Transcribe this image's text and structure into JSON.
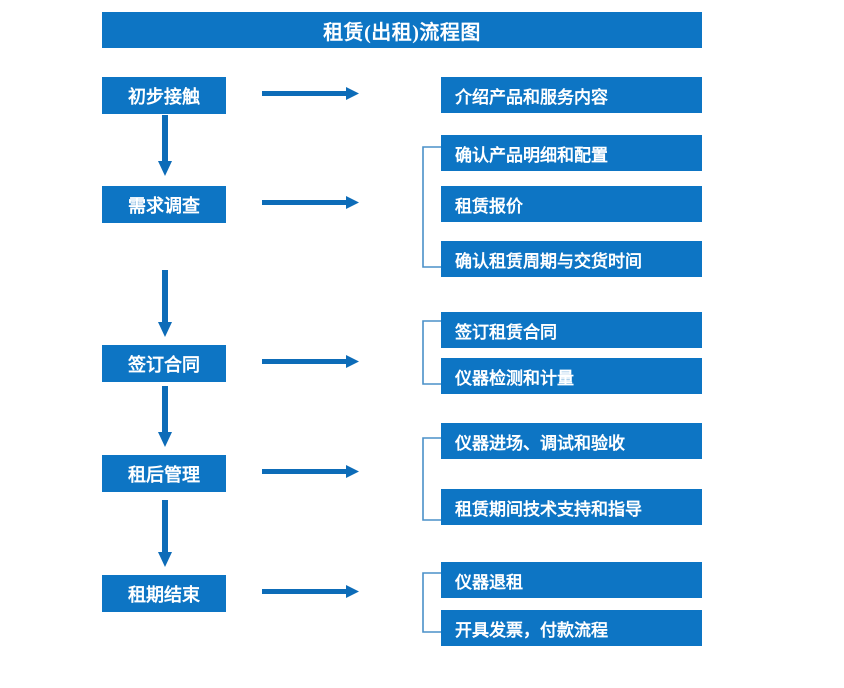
{
  "title": "租赁(出租)流程图",
  "colors": {
    "box_fill": "#0d75c4",
    "box_text": "#ffffff",
    "arrow": "#0d6cb8",
    "bracket": "#4a90c8",
    "background": "#ffffff"
  },
  "stages": [
    {
      "id": "stage-1",
      "label": "初步接触"
    },
    {
      "id": "stage-2",
      "label": "需求调查"
    },
    {
      "id": "stage-3",
      "label": "签订合同"
    },
    {
      "id": "stage-4",
      "label": "租后管理"
    },
    {
      "id": "stage-5",
      "label": "租期结束"
    }
  ],
  "details": [
    {
      "id": "detail-1-1",
      "label": "介绍产品和服务内容"
    },
    {
      "id": "detail-2-1",
      "label": "确认产品明细和配置"
    },
    {
      "id": "detail-2-2",
      "label": "租赁报价"
    },
    {
      "id": "detail-2-3",
      "label": "确认租赁周期与交货时间"
    },
    {
      "id": "detail-3-1",
      "label": "签订租赁合同"
    },
    {
      "id": "detail-3-2",
      "label": "仪器检测和计量"
    },
    {
      "id": "detail-4-1",
      "label": "仪器进场、调试和验收"
    },
    {
      "id": "detail-4-2",
      "label": "租赁期间技术支持和指导"
    },
    {
      "id": "detail-5-1",
      "label": "仪器退租"
    },
    {
      "id": "detail-5-2",
      "label": "开具发票，付款流程"
    }
  ],
  "connectors": {
    "horizontal_arrow_count": 5,
    "vertical_arrow_count": 4,
    "bracket_count": 4
  },
  "icons": {
    "right_arrow": "right-arrow-icon",
    "down_arrow": "down-arrow-icon",
    "bracket": "group-bracket-icon"
  }
}
